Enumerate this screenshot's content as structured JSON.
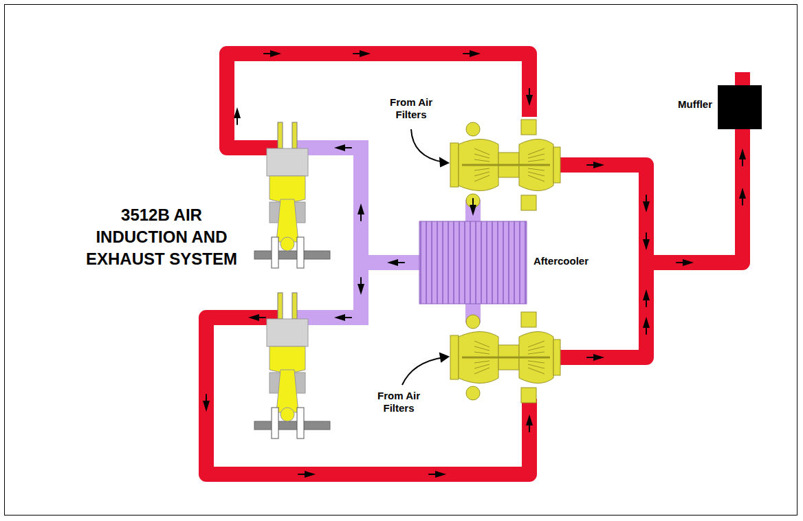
{
  "diagram": {
    "title": "3512B AIR INDUCTION AND EXHAUST SYSTEM",
    "labels": [
      "From Air Filters",
      "Aftercooler",
      "From Air Filters",
      "Muffler"
    ]
  }
}
